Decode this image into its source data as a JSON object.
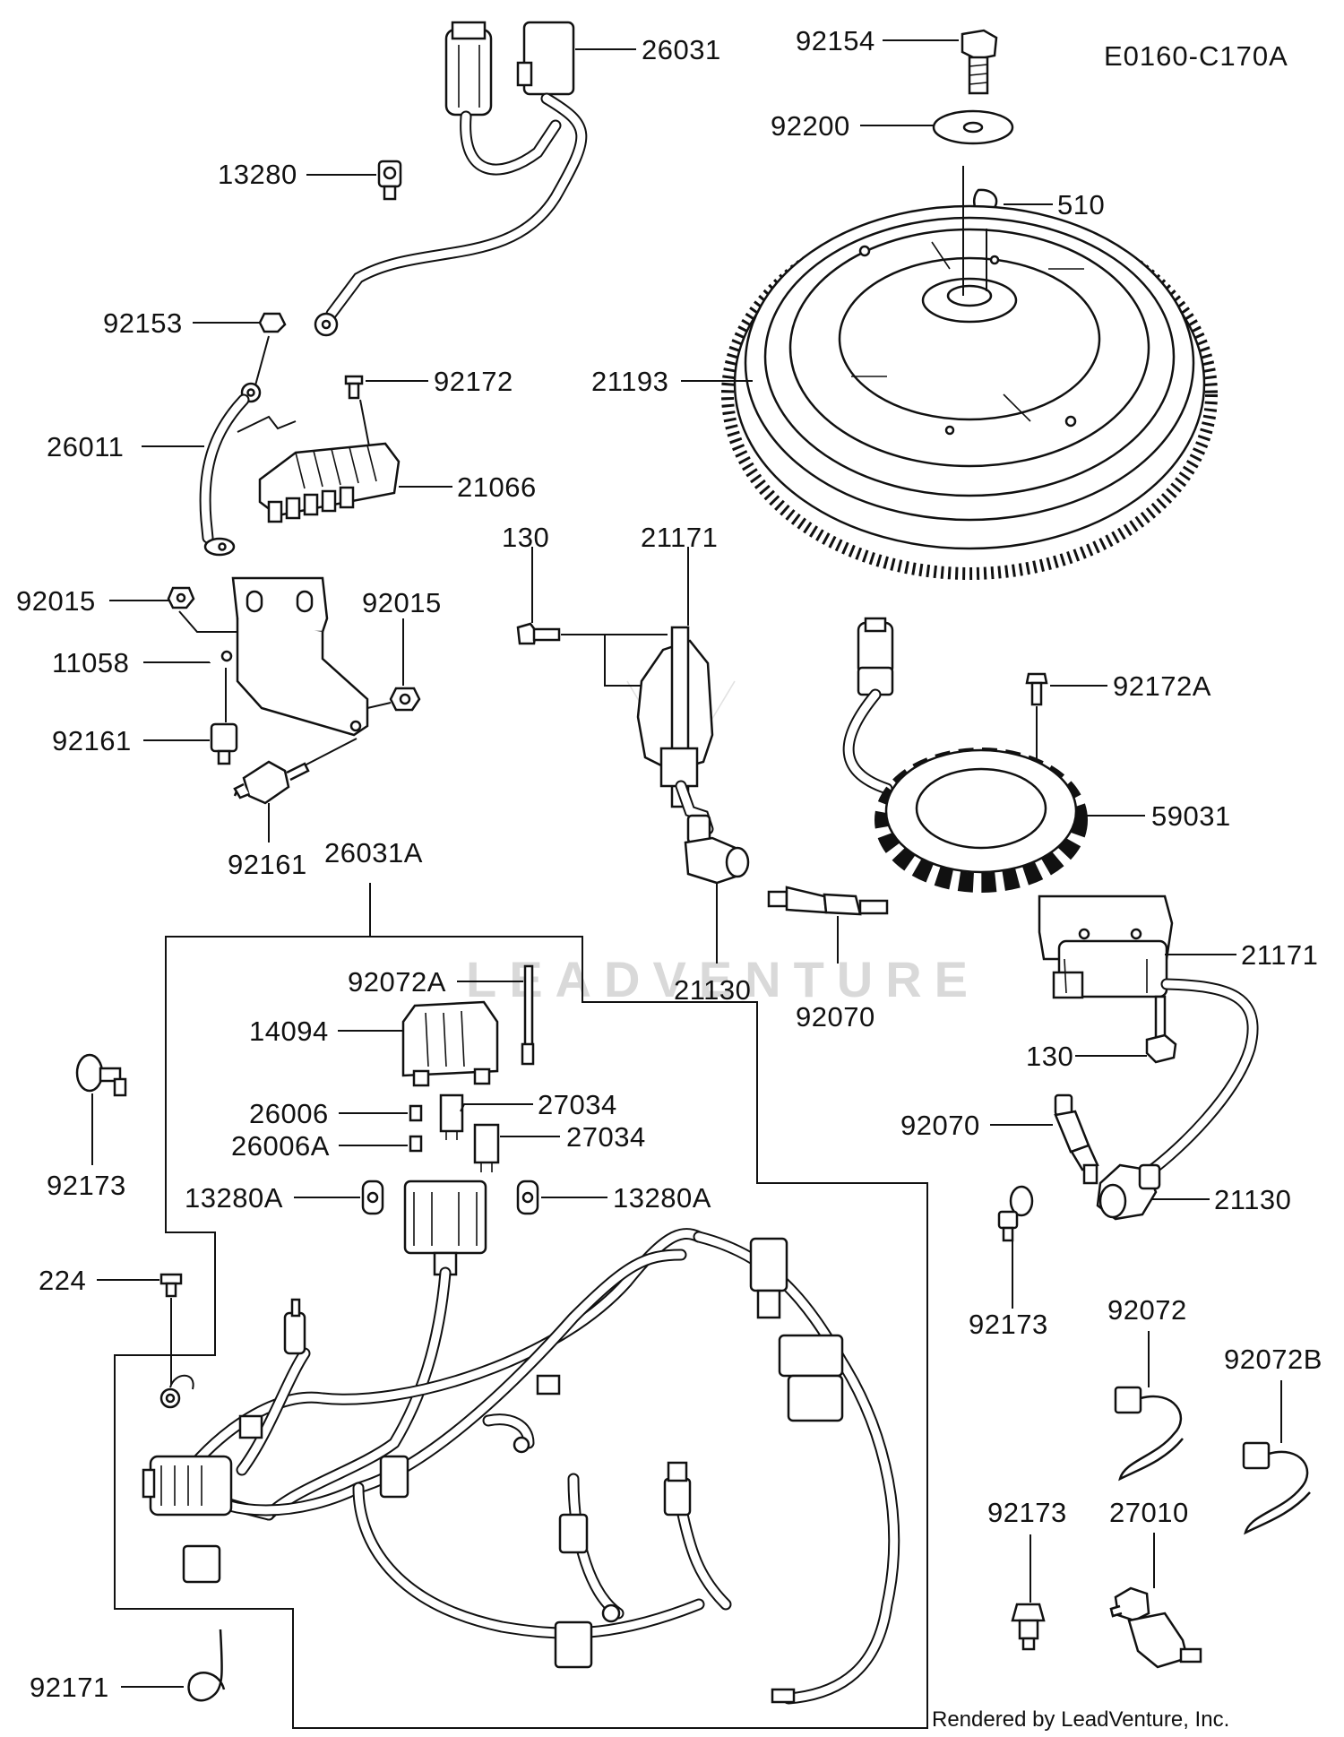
{
  "diagram": {
    "code": "E0160-C170A",
    "credit": "Rendered by LeadVenture, Inc.",
    "watermark": "LEADVENTURE",
    "labels": {
      "p26031": "26031",
      "p92154": "92154",
      "p92200": "92200",
      "p510": "510",
      "p13280": "13280",
      "p92153": "92153",
      "p92172": "92172",
      "p21193": "21193",
      "p26011": "26011",
      "p21066": "21066",
      "p130a": "130",
      "p21171a": "21171",
      "p92015a": "92015",
      "p92015b": "92015",
      "p11058": "11058",
      "p92172A": "92172A",
      "p92161a": "92161",
      "p59031": "59031",
      "p92161b": "92161",
      "p26031A": "26031A",
      "p92072A": "92072A",
      "p21130a": "21130",
      "p92070a": "92070",
      "p21171b": "21171",
      "p14094": "14094",
      "p130b": "130",
      "p26006": "26006",
      "p27034a": "27034",
      "p26006A": "26006A",
      "p27034b": "27034",
      "p92070b": "92070",
      "p92173a": "92173",
      "p13280Aa": "13280A",
      "p13280Ab": "13280A",
      "p21130b": "21130",
      "p224": "224",
      "p92173b": "92173",
      "p92072": "92072",
      "p92072B": "92072B",
      "p92173c": "92173",
      "p27010": "27010",
      "p92171": "92171"
    }
  }
}
